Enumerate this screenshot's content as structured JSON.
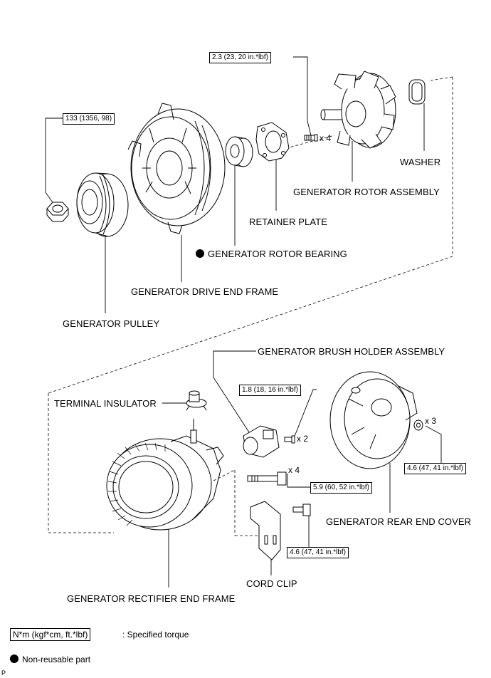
{
  "labels": {
    "washer": "WASHER",
    "rotor_assembly": "GENERATOR ROTOR ASSEMBLY",
    "retainer_plate": "RETAINER PLATE",
    "rotor_bearing": "GENERATOR ROTOR BEARING",
    "drive_end_frame": "GENERATOR DRIVE END FRAME",
    "pulley": "GENERATOR PULLEY",
    "brush_holder": "GENERATOR BRUSH HOLDER ASSEMBLY",
    "terminal_insulator": "TERMINAL INSULATOR",
    "rear_end_cover": "GENERATOR REAR END COVER",
    "cord_clip": "CORD CLIP",
    "rectifier_end_frame": "GENERATOR RECTIFIER END FRAME"
  },
  "torques": {
    "rotor_screws": "2.3 (23, 20 in.*lbf)",
    "pulley_nut": "133 (1356, 98)",
    "brush_holder_screws": "1.8 (18, 16 in.*lbf)",
    "rear_cover_nuts": "4.6 (47, 41 in.*lbf)",
    "through_bolts": "5.9 (60, 52 in.*lbf)",
    "cord_clip_bolt": "4.6 (47, 41 in.*lbf)"
  },
  "quantities": {
    "rotor_screws": "x 4",
    "brush_holder_screws": "x 2",
    "rear_cover_nuts": "x 3",
    "through_bolts": "x 4"
  },
  "legend": {
    "torque_key": "N*m (kgf*cm, ft.*lbf)",
    "torque_desc": ": Specified torque",
    "nonreusable_desc": "Non-reusable part"
  },
  "corner_mark": "P"
}
